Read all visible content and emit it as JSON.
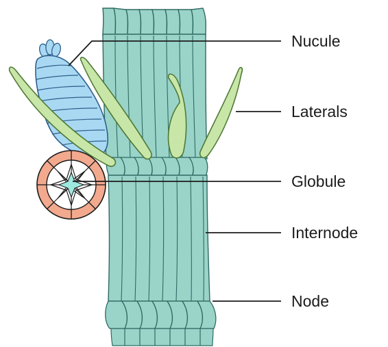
{
  "labels": {
    "nucule": "Nucule",
    "laterals": "Laterals",
    "globule": "Globule",
    "internode": "Internode",
    "node": "Node"
  },
  "colors": {
    "stem_fill": "#9ad3c8",
    "stem_stroke": "#2e6a63",
    "lateral_fill": "#c9e6a9",
    "nucule_fill": "#a9d8f3",
    "globule_ring": "#f2a98e",
    "globule_center": "#9ee8df",
    "line": "#1b1b1b"
  },
  "icons": {
    "nucule": "nucule-structure",
    "globule": "globule-star",
    "laterals": "lateral-branch"
  }
}
